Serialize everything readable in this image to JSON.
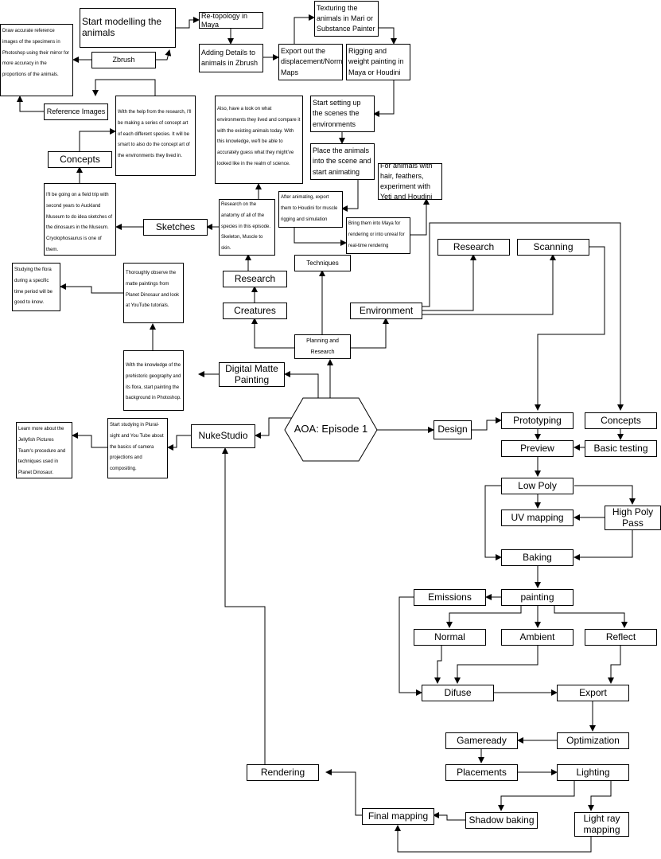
{
  "nodes": {
    "start_modelling": "Start modelling the animals",
    "retopology": "Re-topology in Maya",
    "texturing": "Texturing the animals in Mari or Substance Painter",
    "draw_reference": "Draw accurate reference images of the specimens in Photoshop using their mirror for more accuracy in the proportions of the animals.",
    "zbrush": "Zbrush",
    "adding_details": "Adding Details to animals in Zbrush",
    "export_maps": "Export out the displacement/Normal Maps",
    "rigging": "Rigging and weight painting in Maya or Houdini",
    "reference_images": "Reference Images",
    "concept_art_text": "With the help from the research, I'll be making a series of concept art of each different species. It will be smart to also do the concept art of the environments they lived in.",
    "environments_text": "Also, have a look on what environments they lived and compare it with the existing animals today. With this knowledge, we'll be able to accurately guess what they might've looked like in the realm of science.",
    "scene_setup": "Start setting up the scenes the environments",
    "place_animals": "Place the animals into the scene and start animating",
    "concepts_top": "Concepts",
    "field_trip": "I'll be going on a field trip with second years to Auckland Museum to do idea sketches of the dinosaurs in the Museum. Cryolophosaurus is one of them.",
    "hair_feathers": "For animals with hair, feathers, experiment with Yeti and Houdini",
    "sketches": "Sketches",
    "anatomy": "Research on the anatomy of all of the species in this episode. Skeleton, Muscle to skin.",
    "houdini_export": "After animating, export them to Houdini for muscle rigging and simulation",
    "bring_maya": "Bring them into Maya for rendering or into unreal for real-time rendering",
    "research_env": "Research",
    "scanning": "Scanning",
    "techniques": "Techniques",
    "flora": "Studying the flora during a specific time period will be good to know.",
    "matte_paintings": "Thoroughly observe the matte paintings from Planet Dinosaur and look at YouTube tutorials.",
    "research_creatures": "Research",
    "creatures": "Creatures",
    "environment": "Environment",
    "planning": "Planning and Research",
    "prehistoric": "With the knowledge of the prehistoric geography and its flora, start painting the background in Photoshop.",
    "dmp": "Digital Matte Painting",
    "center": "AOA: Episode 1",
    "jellyfish": "Learn more about the Jellyfish Pictures Team's procedure and techniques used in Planet Dinosaur.",
    "pluralsight": "Start studying in Plural-sight and You Tube about the basics of camera projections and compositing.",
    "nukestudio": "NukeStudio",
    "design": "Design",
    "prototyping": "Prototyping",
    "concepts": "Concepts",
    "preview": "Preview",
    "basic_testing": "Basic testing",
    "low_poly": "Low Poly",
    "uv_mapping": "UV mapping",
    "high_poly": "High Poly Pass",
    "baking": "Baking",
    "emissions": "Emissions",
    "painting": "painting",
    "normal": "Normal",
    "ambient": "Ambient",
    "reflect": "Reflect",
    "difuse": "Difuse",
    "export": "Export",
    "gameready": "Gameready",
    "optimization": "Optimization",
    "rendering": "Rendering",
    "placements": "Placements",
    "lighting": "Lighting",
    "final_mapping": "Final mapping",
    "shadow_baking": "Shadow baking",
    "light_ray": "Light ray mapping"
  }
}
